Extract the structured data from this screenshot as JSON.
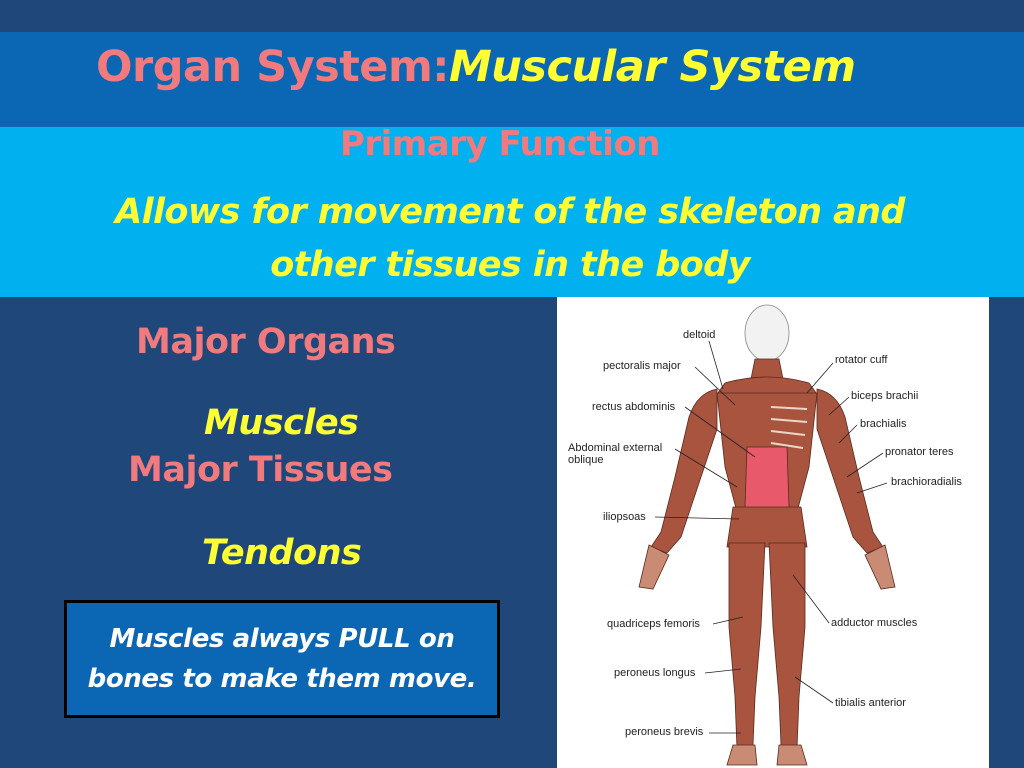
{
  "title": {
    "prefix": "Organ System:",
    "suffix": "Muscular System"
  },
  "primary_function": {
    "heading": "Primary Function",
    "line1": "Allows for movement of the skeleton and",
    "line2": "other tissues in the body"
  },
  "major_organs": {
    "heading": "Major Organs",
    "item": "Muscles"
  },
  "major_tissues": {
    "heading": "Major Tissues",
    "item": "Tendons"
  },
  "note": {
    "line1": "Muscles always PULL on",
    "line2": "bones to make them move."
  },
  "diagram_labels": {
    "deltoid": "deltoid",
    "pectoralis_major": "pectoralis major",
    "rectus_abdominis": "rectus abdominis",
    "abdominal_external_1": "Abdominal external",
    "abdominal_external_2": "oblique",
    "iliopsoas": "iliopsoas",
    "quadriceps_femoris": "quadriceps femoris",
    "peroneus_longus": "peroneus longus",
    "peroneus_brevis": "peroneus brevis",
    "rotator_cuff": "rotator cuff",
    "biceps_brachii": "biceps brachii",
    "brachialis": "brachialis",
    "pronator_teres": "pronator teres",
    "brachioradialis": "brachioradialis",
    "adductor_muscles": "adductor muscles",
    "tibialis_anterior": "tibialis anterior"
  },
  "colors": {
    "background": "#1f477a",
    "title_band": "#0b66b3",
    "function_band": "#00b0ef",
    "heading": "#f07a7d",
    "highlight": "#ffff33",
    "muscle": "#a8543f",
    "abdomen": "#e8596b"
  }
}
